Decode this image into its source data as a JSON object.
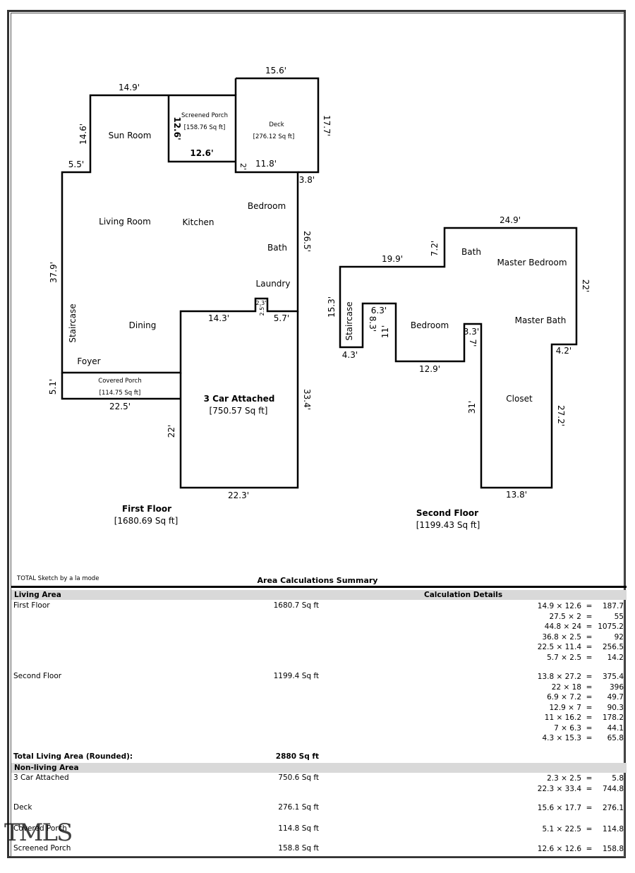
{
  "first_floor": {
    "title": "First Floor",
    "area": "[1680.69 Sq ft]",
    "rooms": {
      "sun_room": "Sun Room",
      "screened_porch": "Screened Porch",
      "screened_porch_area": "[158.76 Sq ft]",
      "deck": "Deck",
      "deck_area": "[276.12 Sq ft]",
      "living_room": "Living Room",
      "kitchen": "Kitchen",
      "bedroom": "Bedroom",
      "bath": "Bath",
      "laundry": "Laundry",
      "dining": "Dining",
      "staircase": "Staircase",
      "foyer": "Foyer",
      "covered_porch": "Covered Porch",
      "covered_porch_area": "[114.75 Sq ft]",
      "garage": "3 Car Attached",
      "garage_area": "[750.57 Sq ft]"
    },
    "dims": {
      "top_left": "14.9'",
      "top_deck": "15.6'",
      "sun_side": "14.6'",
      "porch_side": "12.6'",
      "porch_bottom": "12.6'",
      "deck_side": "17.7'",
      "deck_2": "2'",
      "deck_bottom": "11.8'",
      "step_38": "3.8'",
      "step_55": "5.5'",
      "left_long": "37.9'",
      "right_265": "26.5'",
      "nub_23": "2.3'",
      "nub_25": "2.5'",
      "g_143": "14.3'",
      "g_57": "5.7'",
      "porch_51": "5.1'",
      "porch_225": "22.5'",
      "g_334": "33.4'",
      "g_22": "22'",
      "g_223": "22.3'"
    }
  },
  "second_floor": {
    "title": "Second Floor",
    "area": "[1199.43 Sq ft]",
    "rooms": {
      "bath": "Bath",
      "master_bedroom": "Master Bedroom",
      "staircase": "Staircase",
      "bedroom": "Bedroom",
      "master_bath": "Master Bath",
      "closet": "Closet"
    },
    "dims": {
      "top_249": "24.9'",
      "d_72": "7.2'",
      "d_199": "19.9'",
      "d_22": "22'",
      "d_153": "15.3'",
      "d_63": "6.3'",
      "d_83": "8.3'",
      "d_11": "11'",
      "d_33": "3.3'",
      "d_7": "7'",
      "d_43": "4.3'",
      "d_129": "12.9'",
      "d_42": "4.2'",
      "d_31": "31'",
      "d_272": "27.2'",
      "d_138": "13.8'"
    }
  },
  "summary": {
    "credit": "TOTAL Sketch by a la mode",
    "title": "Area Calculations Summary",
    "living_header": "Living Area",
    "calc_header": "Calculation Details",
    "first_floor_label": "First Floor",
    "first_floor_area": "1680.7 Sq ft",
    "first_floor_calcs": [
      {
        "expr": "14.9 × 12.6",
        "res": "187.7"
      },
      {
        "expr": "27.5 × 2",
        "res": "55"
      },
      {
        "expr": "44.8 × 24",
        "res": "1075.2"
      },
      {
        "expr": "36.8 × 2.5",
        "res": "92"
      },
      {
        "expr": "22.5 × 11.4",
        "res": "256.5"
      },
      {
        "expr": "5.7 × 2.5",
        "res": "14.2"
      }
    ],
    "second_floor_label": "Second Floor",
    "second_floor_area": "1199.4 Sq ft",
    "second_floor_calcs": [
      {
        "expr": "13.8 × 27.2",
        "res": "375.4"
      },
      {
        "expr": "22 × 18",
        "res": "396"
      },
      {
        "expr": "6.9 × 7.2",
        "res": "49.7"
      },
      {
        "expr": "12.9 × 7",
        "res": "90.3"
      },
      {
        "expr": "11 × 16.2",
        "res": "178.2"
      },
      {
        "expr": "7 × 6.3",
        "res": "44.1"
      },
      {
        "expr": "4.3 × 15.3",
        "res": "65.8"
      }
    ],
    "total_label": "Total Living Area (Rounded):",
    "total_value": "2880 Sq ft",
    "nonliving_header": "Non-living Area",
    "garage_label": "3 Car Attached",
    "garage_area": "750.6 Sq ft",
    "garage_calcs": [
      {
        "expr": "2.3 × 2.5",
        "res": "5.8"
      },
      {
        "expr": "22.3 × 33.4",
        "res": "744.8"
      }
    ],
    "deck_label": "Deck",
    "deck_area": "276.1 Sq ft",
    "deck_calcs": [
      {
        "expr": "15.6 × 17.7",
        "res": "276.1"
      }
    ],
    "covered_label": "Covered Porch",
    "covered_area": "114.8 Sq ft",
    "covered_calcs": [
      {
        "expr": "5.1 × 22.5",
        "res": "114.8"
      }
    ],
    "screened_label": "Screened Porch",
    "screened_area": "158.8 Sq ft",
    "screened_calcs": [
      {
        "expr": "12.6 × 12.6",
        "res": "158.8"
      }
    ],
    "watermark": "TMLS"
  }
}
